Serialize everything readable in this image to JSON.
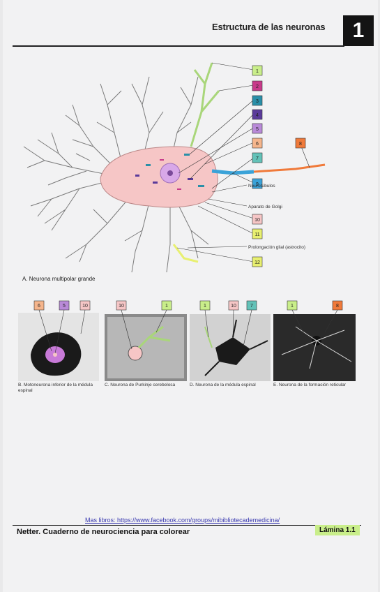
{
  "header": {
    "title": "Estructura de las neuronas",
    "chapter_number": "1"
  },
  "figure_a": {
    "caption": "A. Neurona multipolar grande",
    "labels": {
      "microtubules": "Neurotúbulos",
      "golgi": "Aparato de Golgi",
      "glia": "Prolongación glial (astrocito)"
    },
    "boxes": [
      {
        "num": "1",
        "color": "#c9ee8a"
      },
      {
        "num": "2",
        "color": "#c83a8a"
      },
      {
        "num": "3",
        "color": "#2a8fa8"
      },
      {
        "num": "4",
        "color": "#5a3a9a"
      },
      {
        "num": "5",
        "color": "#b98ad8"
      },
      {
        "num": "6",
        "color": "#f5b58c"
      },
      {
        "num": "7",
        "color": "#63c2b8"
      },
      {
        "num": "8",
        "color": "#f07a3a"
      },
      {
        "num": "9",
        "color": "#3aa2d8"
      },
      {
        "num": "10",
        "color": "#f6c6c6"
      },
      {
        "num": "11",
        "color": "#e8f070"
      },
      {
        "num": "12",
        "color": "#e8f070"
      }
    ]
  },
  "panels": [
    {
      "caption": "B. Motoneurona inferior de la médula espinal",
      "boxes": [
        {
          "num": "6",
          "color": "#f5b58c"
        },
        {
          "num": "5",
          "color": "#b98ad8"
        },
        {
          "num": "10",
          "color": "#f6c6c6"
        }
      ]
    },
    {
      "caption": "C. Neurona de Purkinje cerebelosa",
      "boxes": [
        {
          "num": "10",
          "color": "#f6c6c6"
        },
        {
          "num": "1",
          "color": "#c9ee8a"
        }
      ]
    },
    {
      "caption": "D. Neurona de la médula espinal",
      "boxes": [
        {
          "num": "1",
          "color": "#c9ee8a"
        },
        {
          "num": "10",
          "color": "#f6c6c6"
        },
        {
          "num": "7",
          "color": "#63c2b8"
        }
      ]
    },
    {
      "caption": "E. Neurona de la formación reticular",
      "boxes": [
        {
          "num": "1",
          "color": "#c9ee8a"
        },
        {
          "num": "8",
          "color": "#f07a3a"
        }
      ]
    }
  ],
  "footer": {
    "link": "Mas libros: https://www.facebook.com/groups/mibibliotecademedicina/",
    "book_title": "Netter. Cuaderno de neurociencia para colorear",
    "plate": "Lámina 1.1"
  }
}
